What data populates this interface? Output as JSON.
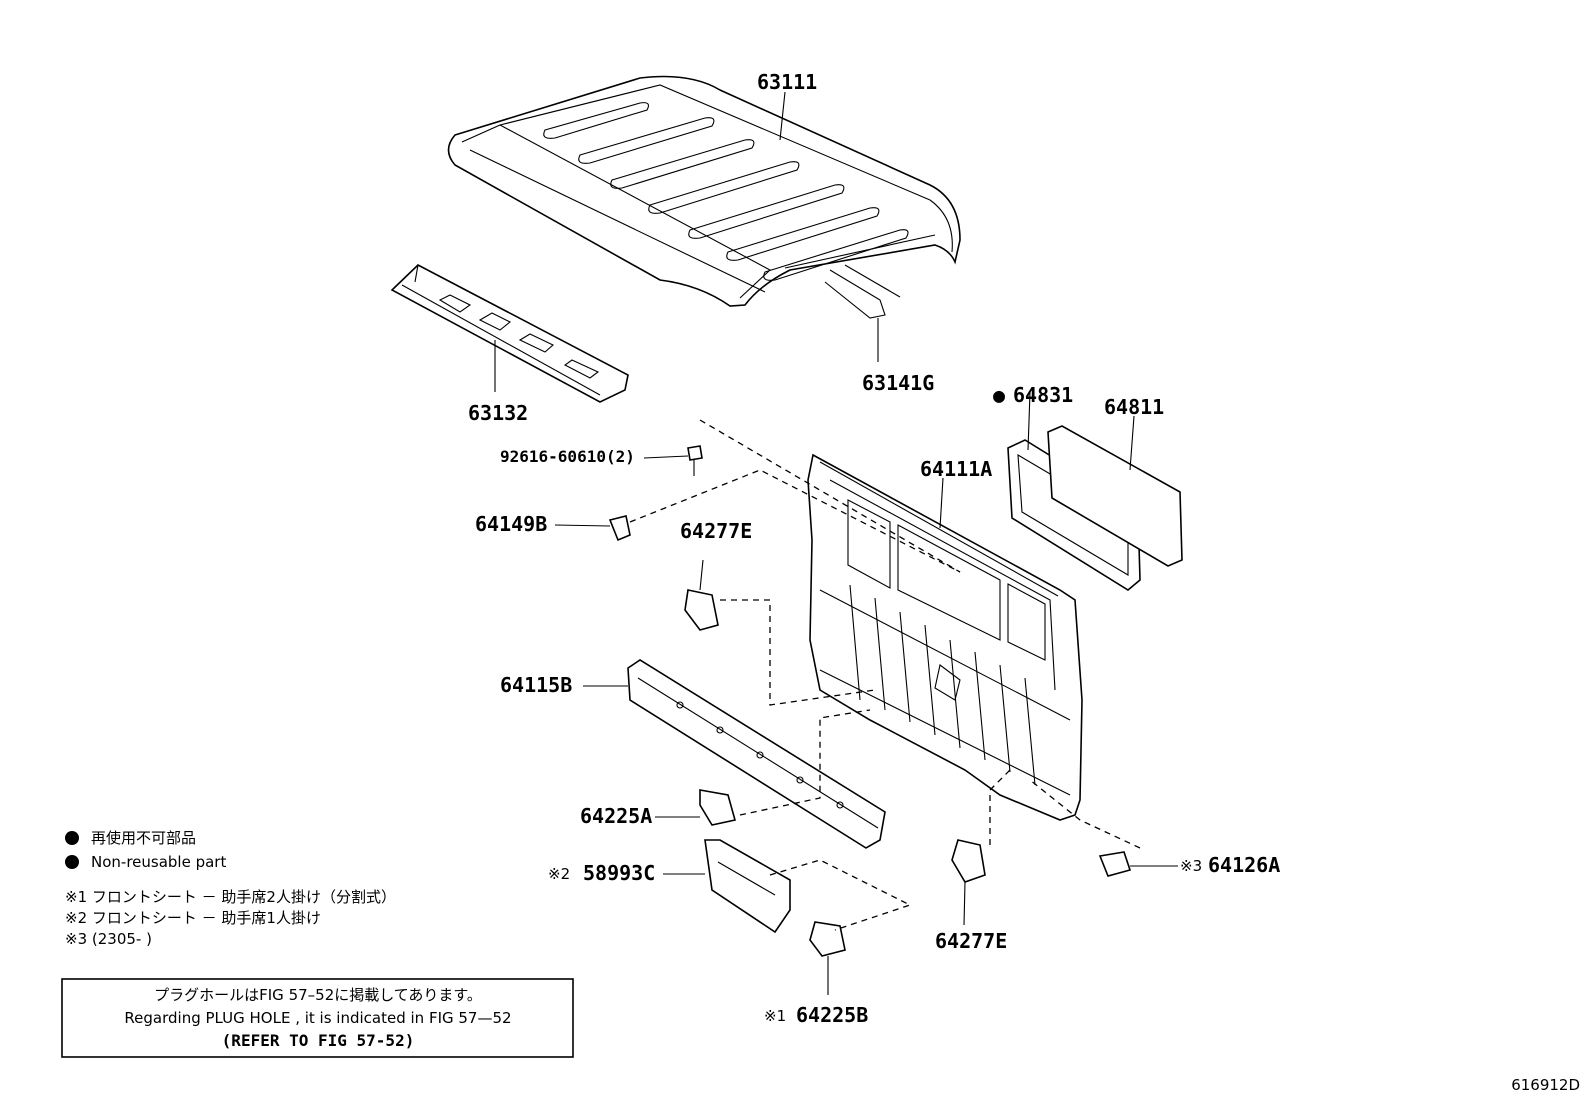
{
  "parts": {
    "p63111": "63111",
    "p63132": "63132",
    "p63141G": "63141G",
    "p64831": "64831",
    "p64811": "64811",
    "p92616": "92616-60610(2)",
    "p64111A": "64111A",
    "p64149B": "64149B",
    "p64277E_top": "64277E",
    "p64115B": "64115B",
    "p64225A": "64225A",
    "p58993C": "58993C",
    "p64126A": "64126A",
    "p64277E_bottom": "64277E",
    "p64225B": "64225B"
  },
  "marks": {
    "non_reusable_dot": "●",
    "note1": "※1",
    "note2": "※2",
    "note3": "※3"
  },
  "legend": {
    "jp_non_reusable": "再使用不可部品",
    "en_non_reusable": "Non-reusable part",
    "note1_text": "※1 フロントシート － 助手席2人掛け（分割式）",
    "note2_text": "※2 フロントシート － 助手席1人掛け",
    "note3_text": "※3 (2305-        )"
  },
  "info_box": {
    "line1": "プラグホールはFIG 57–52に掲載してあります。",
    "line2": "Regarding PLUG HOLE , it is indicated in FIG 57—52",
    "line3": "(REFER TO FIG 57-52)"
  },
  "figure_id": "616912D"
}
